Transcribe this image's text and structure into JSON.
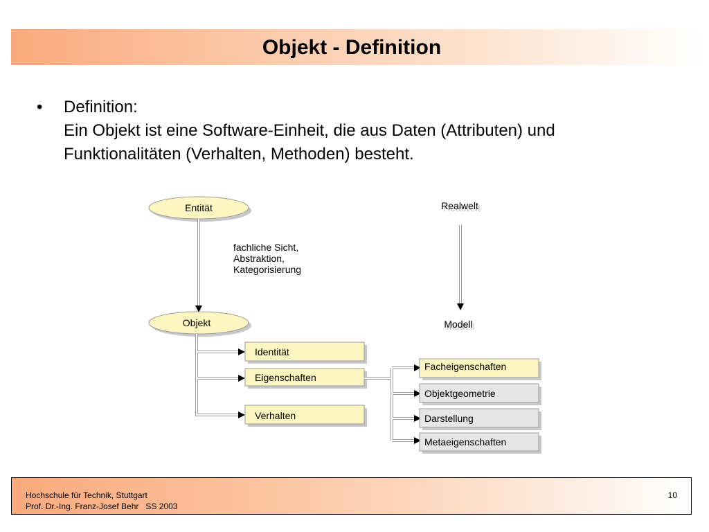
{
  "slide": {
    "title": "Objekt - Definition",
    "bullet_symbol": "•",
    "definition_heading": "Definition:",
    "definition_lines": [
      "Ein Objekt ist eine Software-Einheit, die aus Daten (Attributen) und",
      "Funktionalitäten (Verhalten, Methoden) besteht."
    ]
  },
  "diagram": {
    "entity": "Entität",
    "object": "Objekt",
    "realworld": "Realwelt",
    "model": "Modell",
    "arrow_caption": [
      "fachliche Sicht,",
      "Abstraktion,",
      "Kategorisierung"
    ],
    "aspects": [
      "Identität",
      "Eigenschaften",
      "Verhalten"
    ],
    "properties": [
      "Facheigenschaften",
      "Objektgeometrie",
      "Darstellung",
      "Metaeigenschaften"
    ],
    "colors": {
      "ellipse_fill": "#fdf6c0",
      "aspect_fill": "#fdf6c0",
      "property_first_fill": "#fdf6c0",
      "property_other_fill": "#e6e6e6"
    }
  },
  "footer": {
    "institution": "Hochschule für Technik, Stuttgart",
    "author": "Prof. Dr.-Ing. Franz-Josef Behr   SS 2003",
    "page_number": "10"
  }
}
